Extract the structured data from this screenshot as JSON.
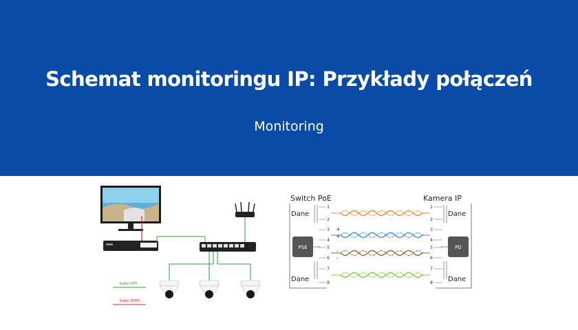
{
  "header": {
    "title": "Schemat monitoringu IP: Przykłady połączeń",
    "subtitle": "Monitoring",
    "background_color": "#0a4ba8"
  },
  "left_diagram": {
    "legend": {
      "utp_label": "Kabel UTP",
      "hdmi_label": "Kabel HDMI",
      "utp_color": "#2e9e3e",
      "hdmi_color": "#d62828"
    },
    "devices": [
      "monitor",
      "nvr-recorder",
      "wifi-router",
      "poe-switch",
      "dome-camera",
      "dome-camera",
      "dome-camera"
    ]
  },
  "right_diagram": {
    "left_title": "Switch PoE",
    "right_title": "Kamera IP",
    "left_box": "PSE",
    "right_box": "PD",
    "data_label": "Dane",
    "pins_left": [
      "1",
      "2",
      "3",
      "4",
      "5",
      "6",
      "7",
      "8"
    ],
    "pins_right": [
      "1",
      "2",
      "3",
      "4",
      "5",
      "6",
      "7",
      "8"
    ],
    "plus": "+",
    "minus": "-",
    "pair_colors": [
      "#e8863a",
      "#3a8fd9",
      "#8a6a3a",
      "#8cc63f"
    ]
  }
}
